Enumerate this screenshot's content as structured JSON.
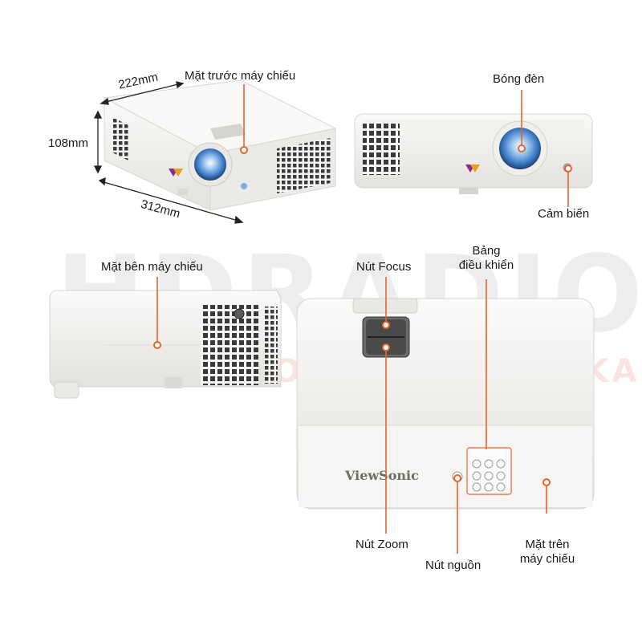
{
  "watermark": {
    "brand": "HDRADIO",
    "tagline": "AUDIO - HOME CINEMA - KARAOKE"
  },
  "dimensions": {
    "depth": "222mm",
    "height": "108mm",
    "width": "312mm"
  },
  "labels": {
    "front": "Mặt trước máy chiếu",
    "lamp": "Bóng đèn",
    "sensor": "Cảm biến",
    "side": "Mặt bên máy chiếu",
    "focus": "Nút Focus",
    "panel_line1": "Bảng",
    "panel_line2": "điều khiển",
    "zoom": "Nút Zoom",
    "power": "Nút nguồn",
    "top_line1": "Mặt trên",
    "top_line2": "máy chiếu"
  },
  "brand_on_device": "ViewSonic",
  "colors": {
    "leader": "#e8632a",
    "body": "#f1f0ee",
    "shadow": "#d9d7d3",
    "grille": "#3a3a3a",
    "lens": "#4d8fd6"
  }
}
